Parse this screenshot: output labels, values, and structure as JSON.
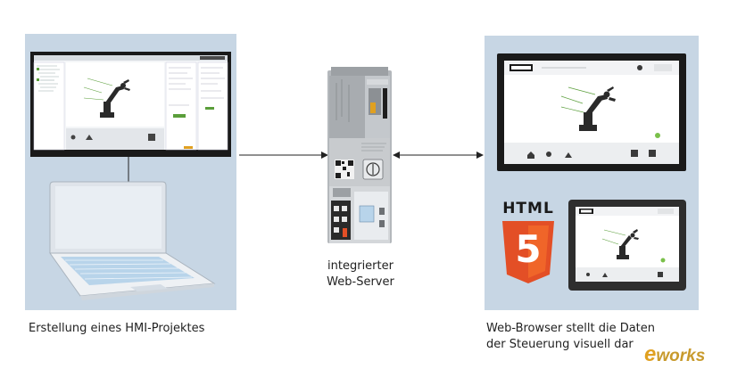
{
  "captions": {
    "left": "Erstellung eines HMI-Projektes",
    "server_line1": "integrierter",
    "server_line2": "Web-Server",
    "right_line1": "Web-Browser stellt die Daten",
    "right_line2": "der Steuerung visuell dar"
  },
  "logo": {
    "html_word": "HTML",
    "html_number": "5",
    "watermark_e": "e",
    "watermark_rest": "works"
  },
  "colors": {
    "panel_bg": "#c7d6e4",
    "html5_orange": "#e34f26",
    "html5_light": "#f06529",
    "watermark": "#c89a2c"
  }
}
